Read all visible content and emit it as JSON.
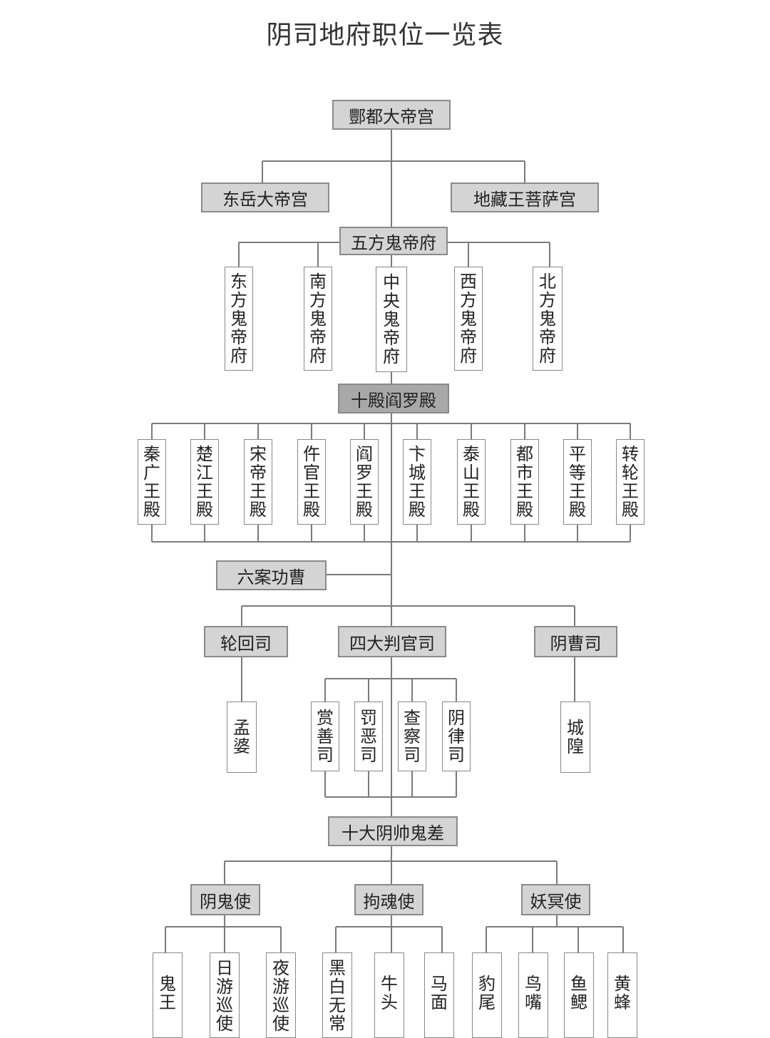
{
  "title": "阴司地府职位一览表",
  "nodes": {
    "fengdu": "酆都大帝宫",
    "dongyue": "东岳大帝宫",
    "dizang": "地藏王菩萨宫",
    "wufang": "五方鬼帝府",
    "wufang_children": [
      "东方鬼帝府",
      "南方鬼帝府",
      "中央鬼帝府",
      "西方鬼帝府",
      "北方鬼帝府"
    ],
    "shidian": "十殿阎罗殿",
    "shidian_children": [
      "秦广王殿",
      "楚江王殿",
      "宋帝王殿",
      "仵官王殿",
      "阎罗王殿",
      "卞城王殿",
      "泰山王殿",
      "都市王殿",
      "平等王殿",
      "转轮王殿"
    ],
    "liuan": "六案功曹",
    "lunhui": "轮回司",
    "sida": "四大判官司",
    "yincao": "阴曹司",
    "mengpo": "孟婆",
    "sida_children": [
      "赏善司",
      "罚恶司",
      "查察司",
      "阴律司"
    ],
    "chenghuang": "城隍",
    "shida": "十大阴帅鬼差",
    "yingui": "阴鬼使",
    "gouhun": "拘魂使",
    "yaoming": "妖冥使",
    "yingui_children": [
      "鬼王",
      "日游巡使",
      "夜游巡使"
    ],
    "gouhun_children": [
      "黑白无常",
      "牛头",
      "马面"
    ],
    "yaoming_children": [
      "豹尾",
      "鸟嘴",
      "鱼鳃",
      "黄蜂"
    ]
  }
}
